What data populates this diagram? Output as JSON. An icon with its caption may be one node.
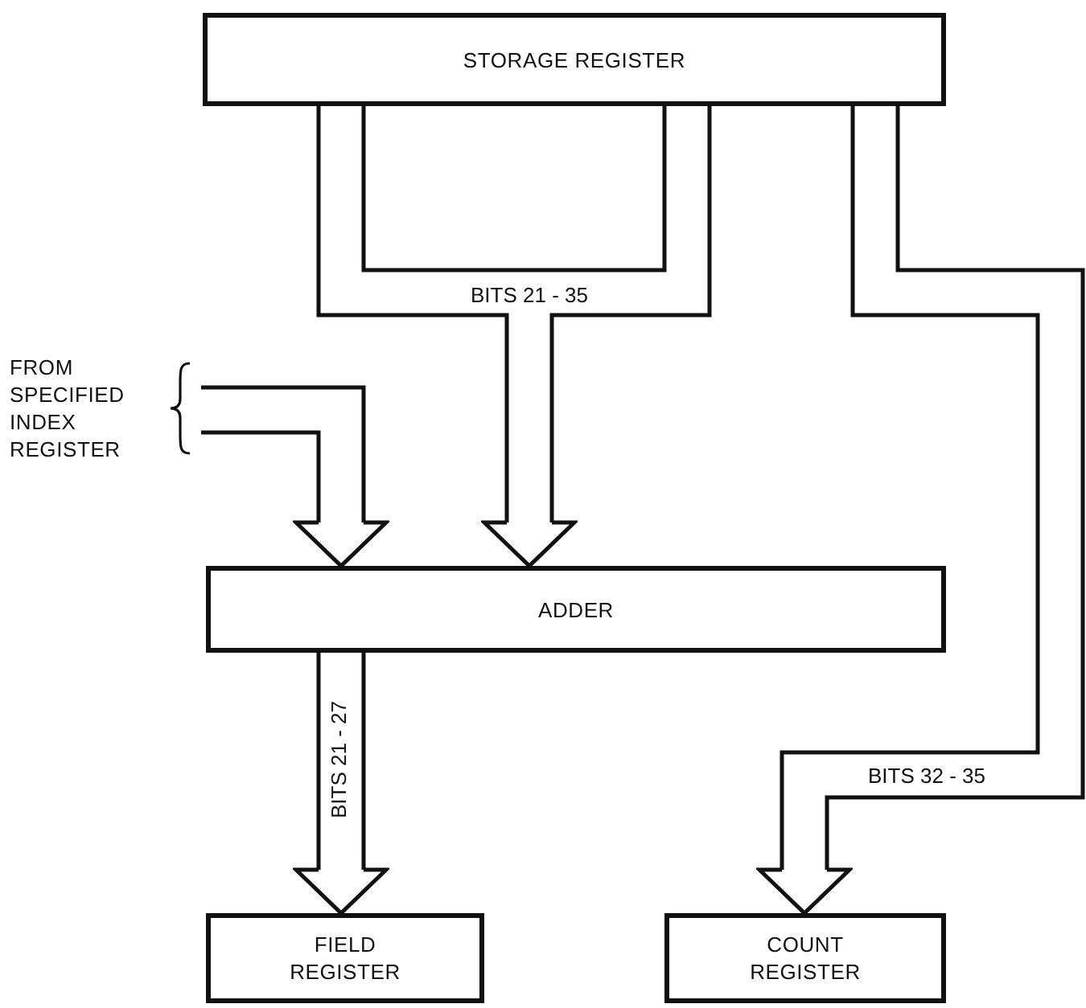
{
  "diagram": {
    "nodes": [
      {
        "text": [
          "STORAGE REGISTER"
        ]
      },
      {
        "text": [
          "FROM SPECIFIED INDEX REGISTER"
        ]
      },
      {
        "text": [
          "ADDER"
        ]
      },
      {
        "text": [
          "FIELD REGISTER"
        ]
      },
      {
        "text": [
          "COUNT REGISTER"
        ]
      }
    ],
    "edges": [
      {
        "from": 0,
        "to": 2,
        "arrow": "to",
        "label": "BITS 21 - 35"
      },
      {
        "from": 1,
        "to": 2,
        "arrow": "to"
      },
      {
        "from": 2,
        "to": 3,
        "arrow": "to",
        "label": "BITS 21 - 27"
      },
      {
        "from": 0,
        "to": 4,
        "arrow": "to",
        "label": "BITS 32 - 35"
      }
    ]
  }
}
